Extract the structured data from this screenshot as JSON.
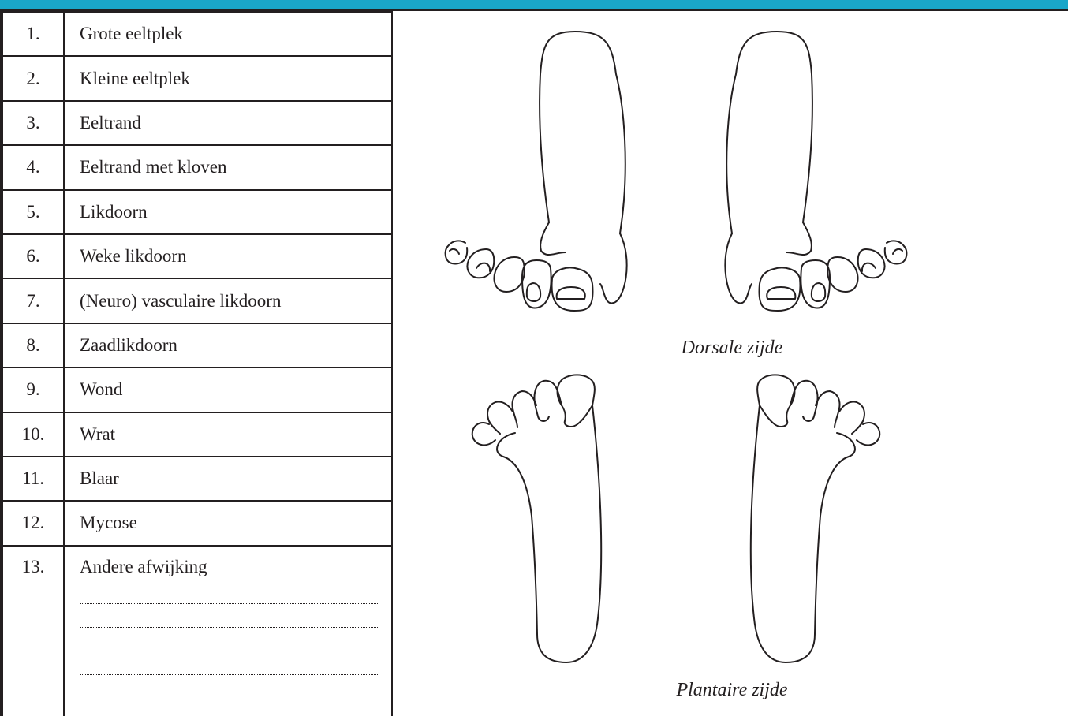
{
  "legend": {
    "items": [
      {
        "num": "1.",
        "label": "Grote eeltplek"
      },
      {
        "num": "2.",
        "label": "Kleine eeltplek"
      },
      {
        "num": "3.",
        "label": "Eeltrand"
      },
      {
        "num": "4.",
        "label": "Eeltrand met kloven"
      },
      {
        "num": "5.",
        "label": "Likdoorn"
      },
      {
        "num": "6.",
        "label": "Weke likdoorn"
      },
      {
        "num": "7.",
        "label": "(Neuro) vasculaire likdoorn"
      },
      {
        "num": "8.",
        "label": "Zaadlikdoorn"
      },
      {
        "num": "9.",
        "label": "Wond"
      },
      {
        "num": "10.",
        "label": "Wrat"
      },
      {
        "num": "11.",
        "label": "Blaar"
      },
      {
        "num": "12.",
        "label": "Mycose"
      },
      {
        "num": "13.",
        "label": "Andere afwijking"
      }
    ],
    "blank_lines": 4
  },
  "figure": {
    "dorsal_caption": "Dorsale zijde",
    "plantar_caption": "Plantaire zijde"
  },
  "colors": {
    "header_bar": "#1aa6c9",
    "line": "#231f20"
  }
}
